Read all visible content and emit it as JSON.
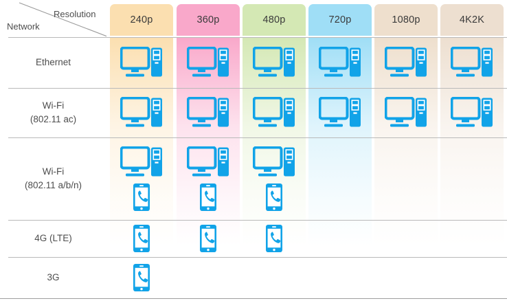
{
  "matrix": {
    "corner": {
      "column_axis_label": "Resolution",
      "row_axis_label": "Network"
    },
    "columns": [
      {
        "key": "240p",
        "label": "240p",
        "header_color": "#fbdfb0"
      },
      {
        "key": "360p",
        "label": "360p",
        "header_color": "#f9a8ca"
      },
      {
        "key": "480p",
        "label": "480p",
        "header_color": "#d4e8b4"
      },
      {
        "key": "720p",
        "label": "720p",
        "header_color": "#9fdef6"
      },
      {
        "key": "1080p",
        "label": "1080p",
        "header_color": "#eedfcd"
      },
      {
        "key": "4K2K",
        "label": "4K2K",
        "header_color": "#eddfd0"
      }
    ],
    "rows": [
      {
        "key": "ethernet",
        "label": "Ethernet",
        "label2": ""
      },
      {
        "key": "wifi-ac",
        "label": "Wi-Fi",
        "label2": "(802.11 ac)"
      },
      {
        "key": "wifi-abgn",
        "label": "Wi-Fi",
        "label2": "(802.11 a/b/n)"
      },
      {
        "key": "4g-lte",
        "label": "4G (LTE)",
        "label2": ""
      },
      {
        "key": "3g",
        "label": "3G",
        "label2": ""
      }
    ],
    "support": [
      {
        "row": "ethernet",
        "cells": [
          [
            "pc"
          ],
          [
            "pc"
          ],
          [
            "pc"
          ],
          [
            "pc"
          ],
          [
            "pc"
          ],
          [
            "pc"
          ]
        ]
      },
      {
        "row": "wifi-ac",
        "cells": [
          [
            "pc"
          ],
          [
            "pc"
          ],
          [
            "pc"
          ],
          [
            "pc"
          ],
          [
            "pc"
          ],
          [
            "pc"
          ]
        ]
      },
      {
        "row": "wifi-abgn",
        "cells": [
          [
            "pc",
            "phone"
          ],
          [
            "pc",
            "phone"
          ],
          [
            "pc",
            "phone"
          ],
          [],
          [],
          []
        ]
      },
      {
        "row": "4g-lte",
        "cells": [
          [
            "phone"
          ],
          [
            "phone"
          ],
          [
            "phone"
          ],
          [],
          [],
          []
        ]
      },
      {
        "row": "3g",
        "cells": [
          [
            "phone"
          ],
          [],
          [],
          [],
          [],
          []
        ]
      }
    ],
    "icons": {
      "pc": "desktop-computer-icon",
      "phone": "smartphone-icon"
    },
    "colors": {
      "device_blue": "#11a3e8",
      "grid_line": "#b9b9b9",
      "bottom_line": "#9e9e9e",
      "text": "#4d4d4d"
    }
  }
}
